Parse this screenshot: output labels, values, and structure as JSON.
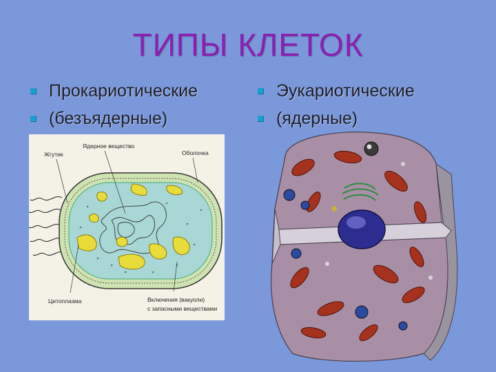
{
  "slide": {
    "title": "ТИПЫ КЛЕТОК",
    "left_list": [
      "Прокариотические",
      "(безъядерные)"
    ],
    "right_list": [
      "Эукариотические",
      "(ядерные)"
    ]
  },
  "prokaryote_diagram": {
    "labels": {
      "flagellum": "Жгутик",
      "nuclear_substance": "Ядерное вещество",
      "membrane": "Оболочка",
      "cytoplasm": "Цитоплазма",
      "inclusions_line1": "Включения (вакуоли)",
      "inclusions_line2": "с запасными веществами"
    }
  },
  "colors": {
    "background": "#7b98da",
    "title": "#8a1fb0",
    "bullet": "#1a9fd0"
  }
}
